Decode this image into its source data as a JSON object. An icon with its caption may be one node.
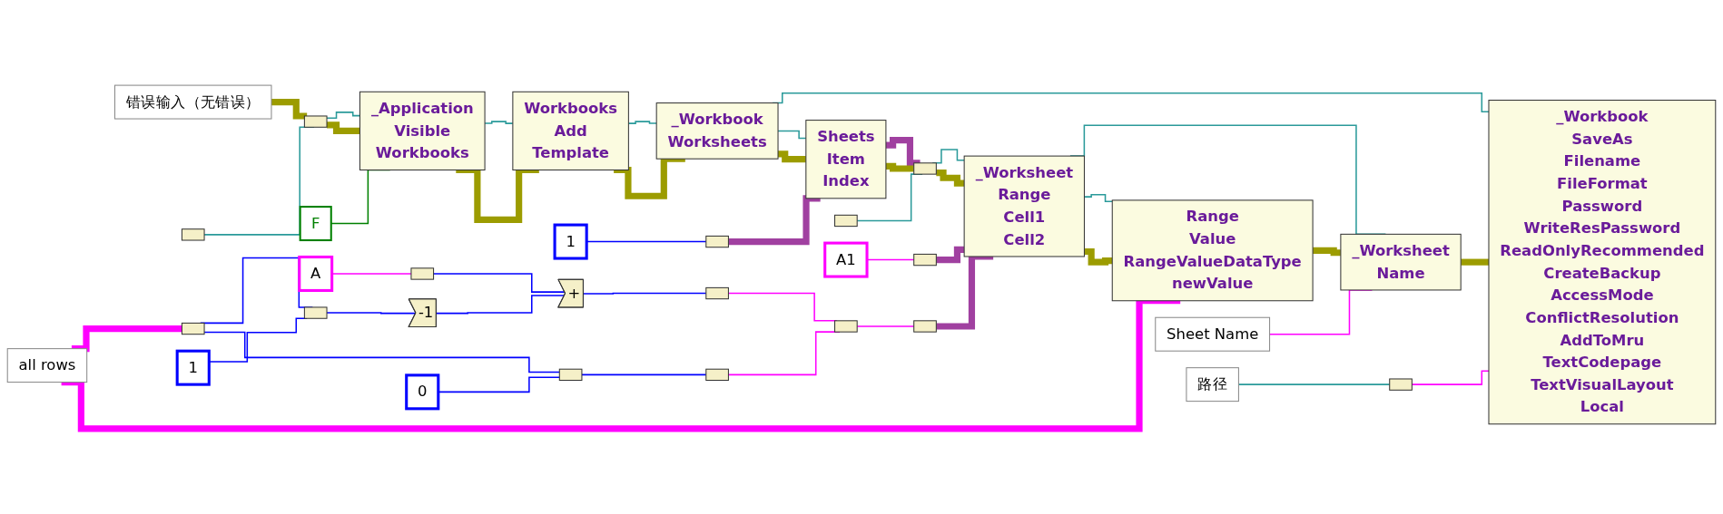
{
  "diagram": {
    "nodes": [
      {
        "text": [
          "错误输入（无错误）"
        ]
      },
      {
        "text": [],
        "shape": "box"
      },
      {
        "text": [],
        "shape": "box"
      },
      {
        "text": [
          "F"
        ]
      },
      {
        "text": [
          "_Application",
          "Visible",
          "Workbooks"
        ]
      },
      {
        "text": [
          "Workbooks",
          "Add",
          "Template"
        ]
      },
      {
        "text": [
          "_Workbook",
          "Worksheets"
        ]
      },
      {
        "text": [
          "Sheets",
          "Item",
          "Index"
        ]
      },
      {
        "text": [
          "1"
        ]
      },
      {
        "text": [],
        "shape": "box"
      },
      {
        "text": [],
        "shape": "box"
      },
      {
        "text": [],
        "shape": "box"
      },
      {
        "text": [
          "_Worksheet",
          "Range",
          "Cell1",
          "Cell2"
        ]
      },
      {
        "text": [
          "A1"
        ]
      },
      {
        "text": [],
        "shape": "box"
      },
      {
        "text": [
          "all rows"
        ]
      },
      {
        "text": [],
        "shape": "box"
      },
      {
        "text": [],
        "shape": "box"
      },
      {
        "text": [
          "1"
        ]
      },
      {
        "text": [],
        "shape": "box"
      },
      {
        "text": [
          "0"
        ]
      },
      {
        "text": [
          "A"
        ]
      },
      {
        "text": [],
        "shape": "box"
      },
      {
        "text": [
          "-1"
        ]
      },
      {
        "text": [
          "+"
        ]
      },
      {
        "text": [],
        "shape": "box"
      },
      {
        "text": [],
        "shape": "box"
      },
      {
        "text": [],
        "shape": "box"
      },
      {
        "text": [],
        "shape": "box"
      },
      {
        "text": [
          "Range",
          "Value",
          "RangeValueDataType",
          "newValue"
        ]
      },
      {
        "text": [
          "_Worksheet",
          "Name"
        ]
      },
      {
        "text": [
          "Sheet Name"
        ]
      },
      {
        "text": [
          "路径"
        ]
      },
      {
        "text": [],
        "shape": "box"
      },
      {
        "text": [
          "_Workbook",
          "SaveAs",
          "Filename",
          "FileFormat",
          "Password",
          "WriteResPassword",
          "ReadOnlyRecommended",
          "CreateBackup",
          "AccessMode",
          "ConflictResolution",
          "AddToMru",
          "TextCodepage",
          "TextVisualLayout",
          "Local"
        ]
      }
    ],
    "edges": [
      {
        "from": 0,
        "to": 2,
        "arrow": "none",
        "style": "thick",
        "color": "#9c9c00"
      },
      {
        "from": 1,
        "to": 2,
        "arrow": "none"
      },
      {
        "from": 2,
        "to": 4,
        "arrow": "none"
      },
      {
        "from": 2,
        "to": 4,
        "arrow": "none",
        "style": "thick",
        "color": "#9c9c00"
      },
      {
        "from": 3,
        "to": 4,
        "arrow": "none",
        "color": "#008000"
      },
      {
        "from": 4,
        "to": 5,
        "arrow": "none"
      },
      {
        "from": 4,
        "to": 5,
        "arrow": "none",
        "style": "thick",
        "color": "#9c9c00"
      },
      {
        "from": 5,
        "to": 6,
        "arrow": "none"
      },
      {
        "from": 5,
        "to": 6,
        "arrow": "none",
        "style": "thick",
        "color": "#9c9c00"
      },
      {
        "from": 6,
        "to": 7,
        "arrow": "none"
      },
      {
        "from": 6,
        "to": 7,
        "arrow": "none",
        "style": "thick",
        "color": "#9c9c00"
      },
      {
        "from": 6,
        "to": 34,
        "arrow": "none"
      },
      {
        "from": 8,
        "to": 9,
        "arrow": "none",
        "color": "#0000ff"
      },
      {
        "from": 9,
        "to": 7,
        "arrow": "none",
        "style": "thick",
        "color": "#a040a0"
      },
      {
        "from": 7,
        "to": 11,
        "arrow": "none",
        "style": "thick",
        "color": "#a040a0"
      },
      {
        "from": 7,
        "to": 11,
        "arrow": "none",
        "style": "thick",
        "color": "#9c9c00"
      },
      {
        "from": 10,
        "to": 11,
        "arrow": "none"
      },
      {
        "from": 11,
        "to": 12,
        "arrow": "none"
      },
      {
        "from": 11,
        "to": 12,
        "arrow": "none",
        "style": "thick",
        "color": "#9c9c00"
      },
      {
        "from": 13,
        "to": 14,
        "arrow": "none",
        "color": "#ff00ff"
      },
      {
        "from": 14,
        "to": 12,
        "arrow": "none",
        "style": "thick",
        "color": "#a040a0"
      },
      {
        "from": 12,
        "to": 29,
        "arrow": "none"
      },
      {
        "from": 12,
        "to": 29,
        "arrow": "none",
        "style": "thick",
        "color": "#9c9c00"
      },
      {
        "from": 12,
        "to": 30,
        "arrow": "none"
      },
      {
        "from": 15,
        "to": 16,
        "arrow": "none",
        "style": "thick",
        "color": "#ff00ff"
      },
      {
        "from": 16,
        "to": 17,
        "arrow": "none",
        "color": "#0000ff"
      },
      {
        "from": 16,
        "to": 19,
        "arrow": "none",
        "color": "#0000ff"
      },
      {
        "from": 18,
        "to": 17,
        "arrow": "none",
        "color": "#0000ff"
      },
      {
        "from": 20,
        "to": 19,
        "arrow": "none",
        "color": "#0000ff"
      },
      {
        "from": 21,
        "to": 22,
        "arrow": "none",
        "color": "#ff00ff"
      },
      {
        "from": 22,
        "to": 24,
        "arrow": "none",
        "color": "#0000ff"
      },
      {
        "from": 17,
        "to": 23,
        "arrow": "none",
        "color": "#0000ff"
      },
      {
        "from": 23,
        "to": 24,
        "arrow": "none",
        "color": "#0000ff"
      },
      {
        "from": 24,
        "to": 25,
        "arrow": "none",
        "color": "#0000ff"
      },
      {
        "from": 25,
        "to": 27,
        "arrow": "none",
        "color": "#ff00ff"
      },
      {
        "from": 19,
        "to": 26,
        "arrow": "none",
        "color": "#0000ff"
      },
      {
        "from": 26,
        "to": 27,
        "arrow": "none",
        "color": "#ff00ff"
      },
      {
        "from": 27,
        "to": 28,
        "arrow": "none",
        "color": "#ff00ff"
      },
      {
        "from": 28,
        "to": 12,
        "arrow": "none",
        "style": "thick",
        "color": "#a040a0"
      },
      {
        "from": 15,
        "to": 29,
        "arrow": "none",
        "style": "thick",
        "color": "#ff00ff"
      },
      {
        "from": 29,
        "to": 30,
        "arrow": "none",
        "style": "thick",
        "color": "#9c9c00"
      },
      {
        "from": 31,
        "to": 30,
        "arrow": "none",
        "color": "#ff00ff"
      },
      {
        "from": 30,
        "to": 34,
        "arrow": "none",
        "style": "thick",
        "color": "#9c9c00"
      },
      {
        "from": 32,
        "to": 33,
        "arrow": "none"
      },
      {
        "from": 33,
        "to": 34,
        "arrow": "none",
        "color": "#ff00ff"
      }
    ]
  }
}
